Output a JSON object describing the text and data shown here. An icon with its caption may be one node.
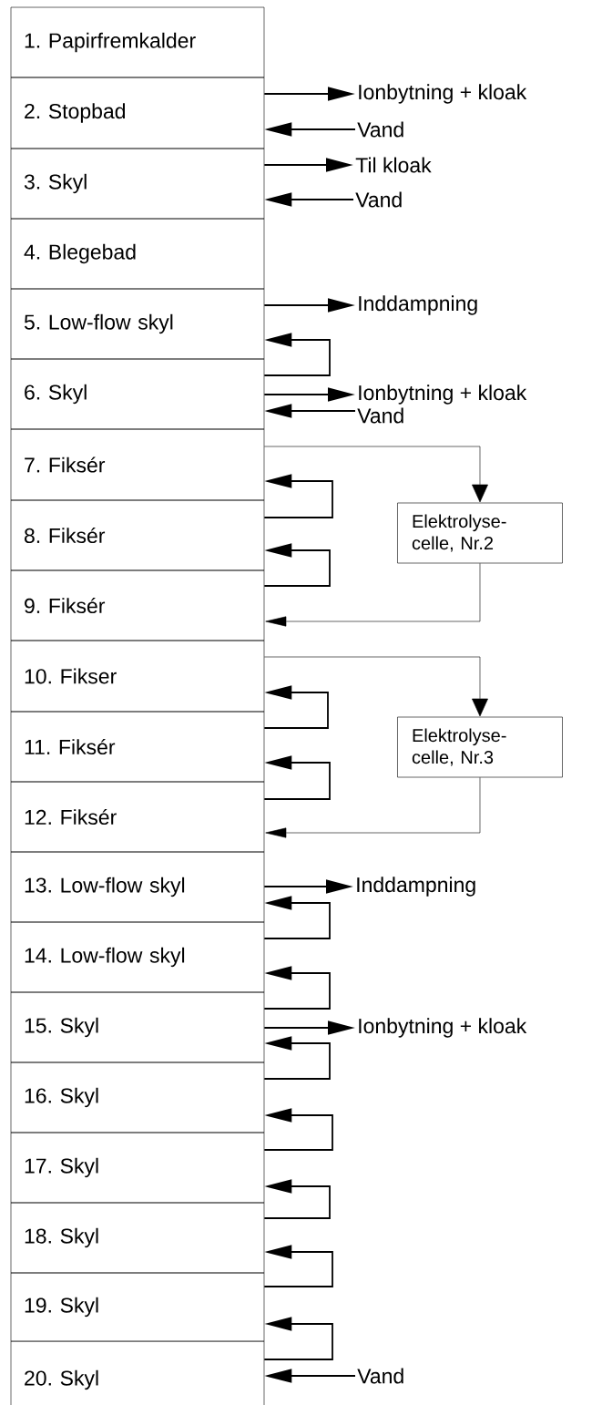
{
  "diagram": {
    "nodes": [
      {
        "text": [
          "1. Papirfremkalder"
        ]
      },
      {
        "text": [
          "2. Stopbad"
        ]
      },
      {
        "text": [
          "3. Skyl"
        ]
      },
      {
        "text": [
          "4. Blegebad"
        ]
      },
      {
        "text": [
          "5. Low-flow skyl"
        ]
      },
      {
        "text": [
          "6. Skyl"
        ]
      },
      {
        "text": [
          "7. Fiksér"
        ]
      },
      {
        "text": [
          "8. Fiksér"
        ]
      },
      {
        "text": [
          "9. Fiksér"
        ]
      },
      {
        "text": [
          "10. Fikser"
        ]
      },
      {
        "text": [
          "11. Fiksér"
        ]
      },
      {
        "text": [
          "12. Fiksér"
        ]
      },
      {
        "text": [
          "13. Low-flow skyl"
        ]
      },
      {
        "text": [
          "14. Low-flow skyl"
        ]
      },
      {
        "text": [
          "15. Skyl"
        ]
      },
      {
        "text": [
          "16. Skyl"
        ]
      },
      {
        "text": [
          "17. Skyl"
        ]
      },
      {
        "text": [
          "18. Skyl"
        ]
      },
      {
        "text": [
          "19. Skyl"
        ]
      },
      {
        "text": [
          "20. Skyl"
        ]
      },
      {
        "text": [
          "Ionbytning + kloak"
        ]
      },
      {
        "text": [
          "Vand"
        ]
      },
      {
        "text": [
          "Til kloak"
        ]
      },
      {
        "text": [
          "Vand"
        ]
      },
      {
        "text": [
          "Inddampning"
        ]
      },
      {
        "text": [
          "Ionbytning + kloak"
        ]
      },
      {
        "text": [
          "Vand"
        ]
      },
      {
        "text": [
          "Elektrolyse-celle, Nr.2"
        ]
      },
      {
        "text": [
          "Elektrolyse-celle, Nr.3"
        ]
      },
      {
        "text": [
          "Inddampning"
        ]
      },
      {
        "text": [
          "Ionbytning + kloak"
        ]
      },
      {
        "text": [
          "Vand"
        ]
      }
    ],
    "edges": [
      {
        "from": 1,
        "to": 20,
        "arrow": "to"
      },
      {
        "from": 21,
        "to": 1,
        "arrow": "to"
      },
      {
        "from": 2,
        "to": 22,
        "arrow": "to"
      },
      {
        "from": 23,
        "to": 2,
        "arrow": "to"
      },
      {
        "from": 4,
        "to": 24,
        "arrow": "to"
      },
      {
        "from": 5,
        "to": 4,
        "arrow": "to"
      },
      {
        "from": 5,
        "to": 25,
        "arrow": "to"
      },
      {
        "from": 26,
        "to": 5,
        "arrow": "to"
      },
      {
        "from": 6,
        "to": 27,
        "arrow": "to"
      },
      {
        "from": 7,
        "to": 6,
        "arrow": "to"
      },
      {
        "from": 8,
        "to": 7,
        "arrow": "to"
      },
      {
        "from": 27,
        "to": 8,
        "arrow": "to"
      },
      {
        "from": 9,
        "to": 28,
        "arrow": "to"
      },
      {
        "from": 10,
        "to": 9,
        "arrow": "to"
      },
      {
        "from": 11,
        "to": 10,
        "arrow": "to"
      },
      {
        "from": 28,
        "to": 11,
        "arrow": "to"
      },
      {
        "from": 12,
        "to": 29,
        "arrow": "to"
      },
      {
        "from": 13,
        "to": 12,
        "arrow": "to"
      },
      {
        "from": 14,
        "to": 13,
        "arrow": "to"
      },
      {
        "from": 14,
        "to": 30,
        "arrow": "to"
      },
      {
        "from": 15,
        "to": 14,
        "arrow": "to"
      },
      {
        "from": 16,
        "to": 15,
        "arrow": "to"
      },
      {
        "from": 17,
        "to": 16,
        "arrow": "to"
      },
      {
        "from": 18,
        "to": 17,
        "arrow": "to"
      },
      {
        "from": 19,
        "to": 18,
        "arrow": "to"
      },
      {
        "from": 31,
        "to": 19,
        "arrow": "to"
      }
    ]
  }
}
